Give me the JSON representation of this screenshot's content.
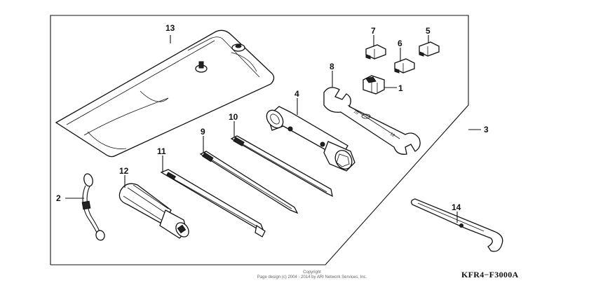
{
  "callouts": {
    "c1": "1",
    "c2": "2",
    "c3": "3",
    "c4": "4",
    "c5": "5",
    "c6": "6",
    "c7": "7",
    "c8": "8",
    "c9": "9",
    "c10": "10",
    "c11": "11",
    "c12": "12",
    "c13": "13",
    "c14": "14"
  },
  "copyright": {
    "line1": "Copyright",
    "line2": "Page design (c) 2004 - 2014 by ARI Network Services, Inc."
  },
  "reference_code": "KFR4−F3000A"
}
